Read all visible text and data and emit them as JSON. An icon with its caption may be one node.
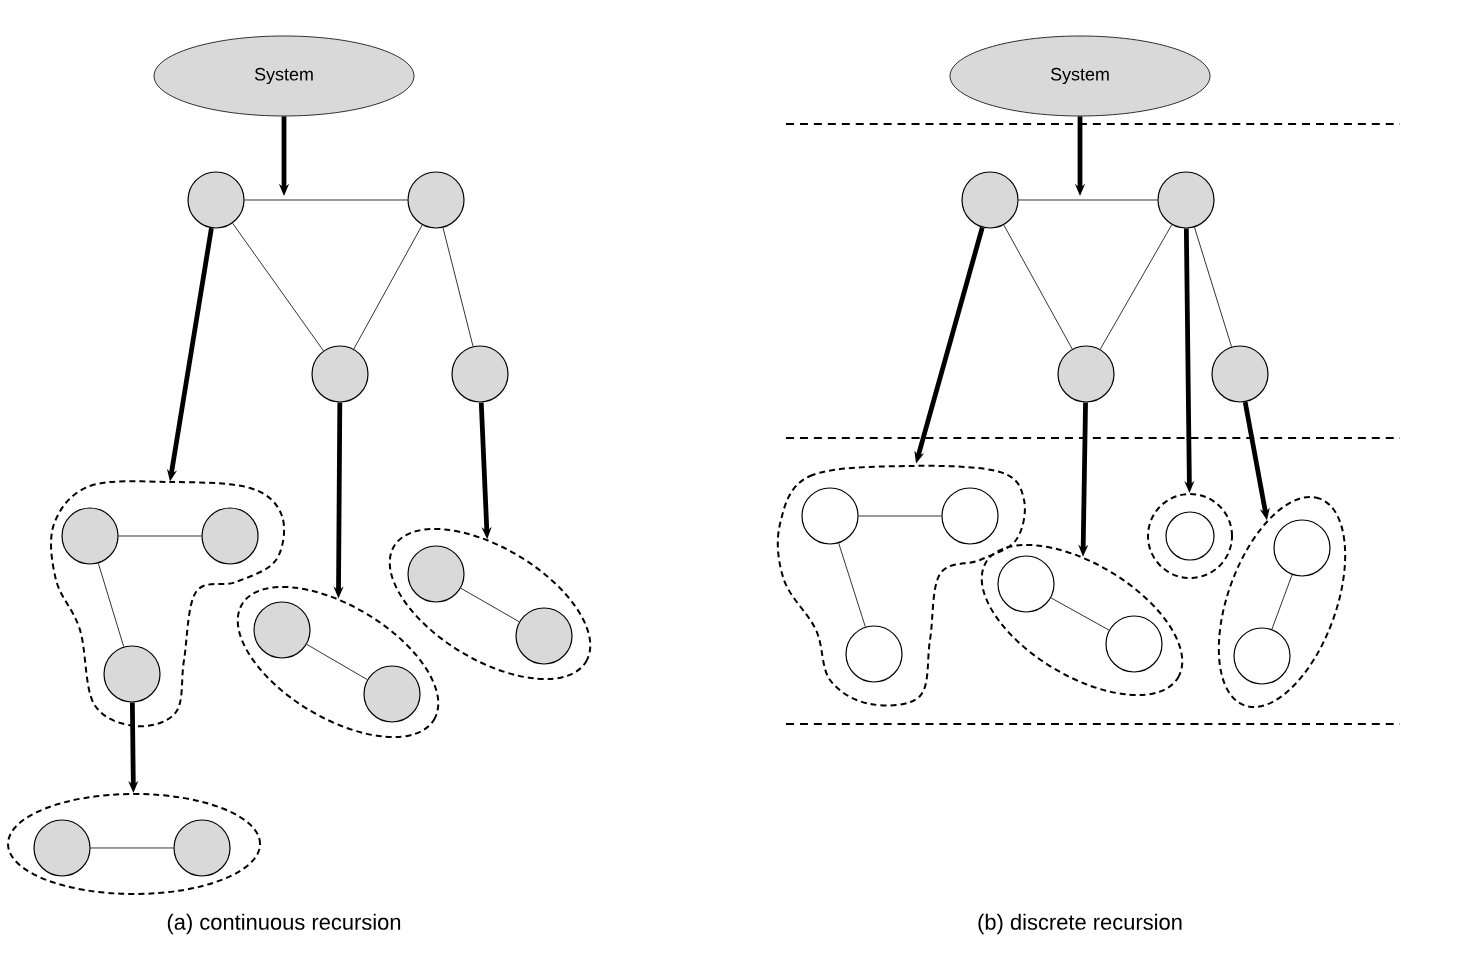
{
  "diagram": {
    "nodes": [
      {
        "text": [
          "System"
        ]
      },
      {
        "text": [],
        "shape": "circle"
      },
      {
        "text": [],
        "shape": "circle"
      },
      {
        "text": [],
        "shape": "circle"
      },
      {
        "text": [],
        "shape": "circle"
      },
      {
        "text": [],
        "shape": "blob"
      },
      {
        "text": [],
        "shape": "circle",
        "in": 5
      },
      {
        "text": [],
        "shape": "circle",
        "in": 5
      },
      {
        "text": [],
        "shape": "circle",
        "in": 5
      },
      {
        "text": [],
        "shape": "ellipse"
      },
      {
        "text": [],
        "shape": "circle",
        "in": 9
      },
      {
        "text": [],
        "shape": "circle",
        "in": 9
      },
      {
        "text": [],
        "shape": "ellipse"
      },
      {
        "text": [],
        "shape": "circle",
        "in": 12
      },
      {
        "text": [],
        "shape": "circle",
        "in": 12
      },
      {
        "text": [],
        "shape": "ellipse"
      },
      {
        "text": [],
        "shape": "circle",
        "in": 15
      },
      {
        "text": [],
        "shape": "circle",
        "in": 15
      },
      {
        "text": [
          "System"
        ]
      },
      {
        "text": [],
        "shape": "circle"
      },
      {
        "text": [],
        "shape": "circle"
      },
      {
        "text": [],
        "shape": "circle"
      },
      {
        "text": [],
        "shape": "circle"
      },
      {
        "text": [],
        "shape": "blob"
      },
      {
        "text": [],
        "shape": "circle",
        "in": 23
      },
      {
        "text": [],
        "shape": "circle",
        "in": 23
      },
      {
        "text": [],
        "shape": "circle",
        "in": 23
      },
      {
        "text": [],
        "shape": "ellipse"
      },
      {
        "text": [],
        "shape": "circle",
        "in": 27
      },
      {
        "text": [],
        "shape": "circle",
        "in": 27
      },
      {
        "text": [],
        "shape": "circle"
      },
      {
        "text": [],
        "shape": "circle",
        "in": 30
      },
      {
        "text": [],
        "shape": "ellipse"
      },
      {
        "text": [],
        "shape": "circle",
        "in": 32
      },
      {
        "text": [],
        "shape": "circle",
        "in": 32
      }
    ],
    "edges": [
      {
        "from": 0,
        "to": null,
        "arrow": "to",
        "style": "thick"
      },
      {
        "from": 1,
        "to": 2,
        "arrow": "none"
      },
      {
        "from": 1,
        "to": 3,
        "arrow": "none"
      },
      {
        "from": 2,
        "to": 3,
        "arrow": "none"
      },
      {
        "from": 2,
        "to": 4,
        "arrow": "none"
      },
      {
        "from": 1,
        "to": 5,
        "arrow": "to",
        "style": "thick"
      },
      {
        "from": 3,
        "to": 9,
        "arrow": "to",
        "style": "thick"
      },
      {
        "from": 4,
        "to": 12,
        "arrow": "to",
        "style": "thick"
      },
      {
        "from": 6,
        "to": 7,
        "arrow": "none"
      },
      {
        "from": 6,
        "to": 8,
        "arrow": "none"
      },
      {
        "from": 8,
        "to": 15,
        "arrow": "to",
        "style": "thick"
      },
      {
        "from": 10,
        "to": 11,
        "arrow": "none"
      },
      {
        "from": 13,
        "to": 14,
        "arrow": "none"
      },
      {
        "from": 16,
        "to": 17,
        "arrow": "none"
      },
      {
        "from": 18,
        "to": null,
        "arrow": "to",
        "style": "thick"
      },
      {
        "from": 19,
        "to": 20,
        "arrow": "none"
      },
      {
        "from": 19,
        "to": 21,
        "arrow": "none"
      },
      {
        "from": 20,
        "to": 21,
        "arrow": "none"
      },
      {
        "from": 20,
        "to": 22,
        "arrow": "none"
      },
      {
        "from": 19,
        "to": 23,
        "arrow": "to",
        "style": "thick"
      },
      {
        "from": 21,
        "to": 27,
        "arrow": "to",
        "style": "thick"
      },
      {
        "from": 20,
        "to": 30,
        "arrow": "to",
        "style": "thick"
      },
      {
        "from": 22,
        "to": 32,
        "arrow": "to",
        "style": "thick"
      },
      {
        "from": 24,
        "to": 25,
        "arrow": "none"
      },
      {
        "from": 24,
        "to": 26,
        "arrow": "none"
      },
      {
        "from": 28,
        "to": 29,
        "arrow": "none"
      },
      {
        "from": 33,
        "to": 34,
        "arrow": "none"
      }
    ],
    "labels": [
      "(a) continuous recursion",
      "(b) discrete recursion"
    ]
  }
}
